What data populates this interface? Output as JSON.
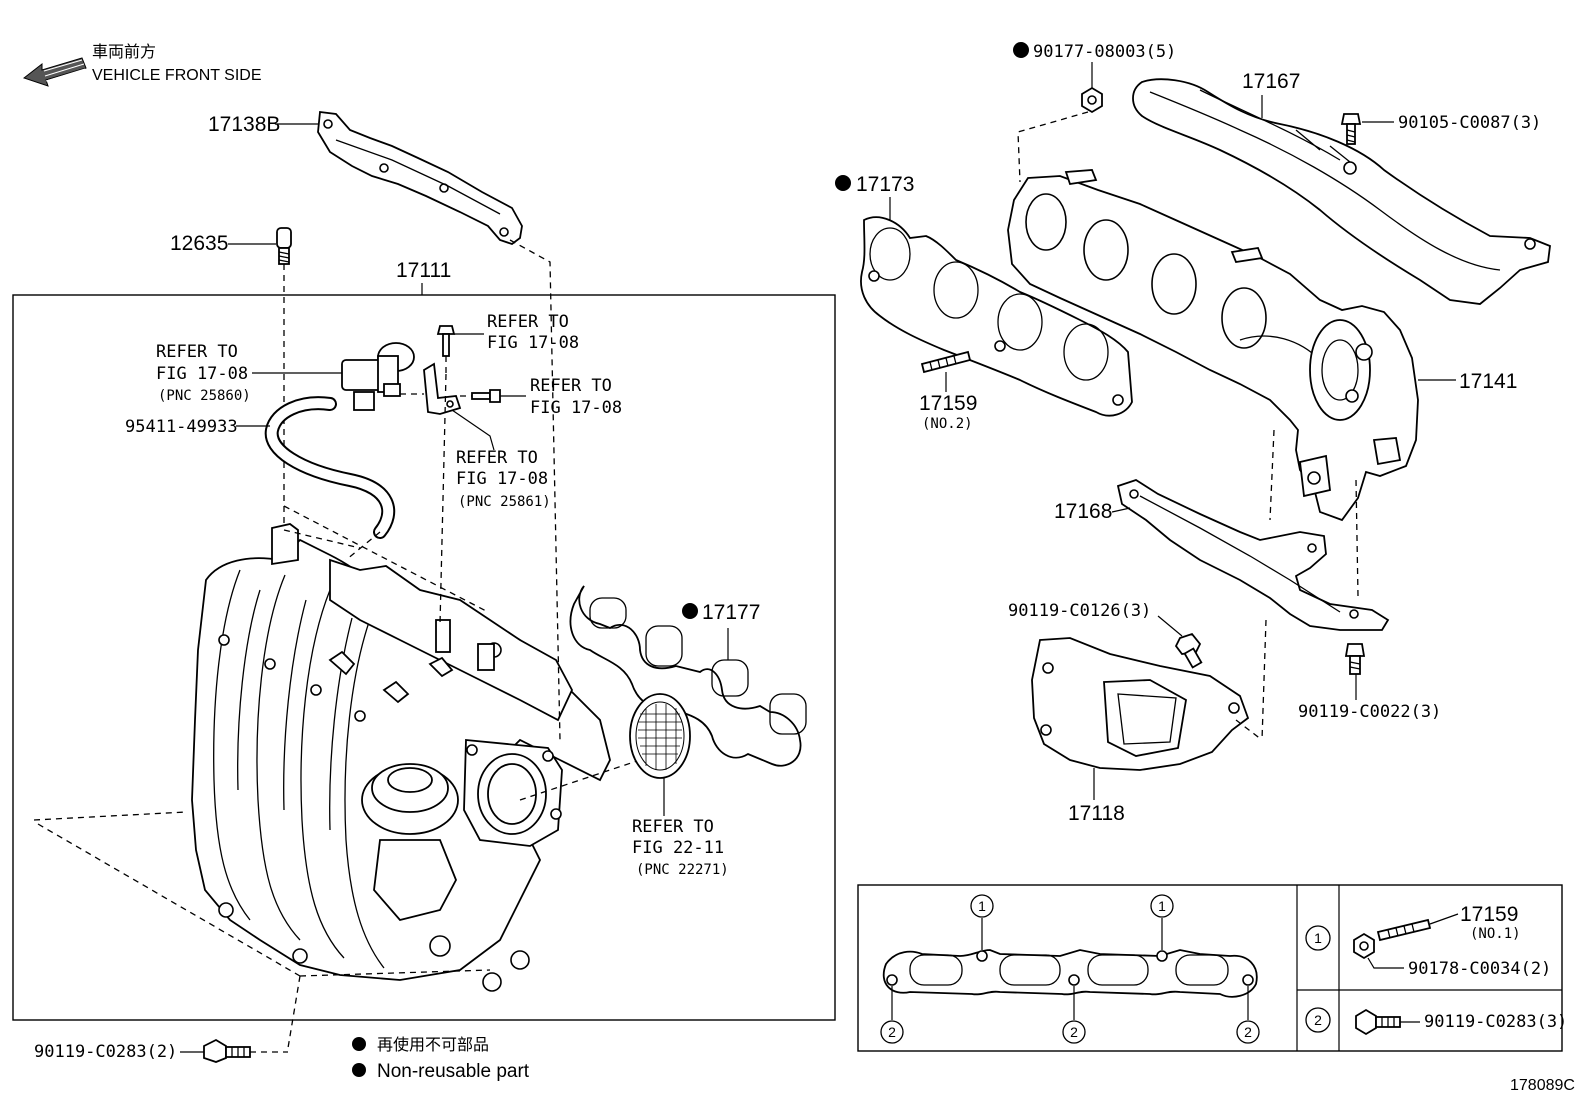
{
  "direction": {
    "jp": "車両前方",
    "en": "VEHICLE FRONT SIDE"
  },
  "callouts": {
    "p17138B": "17138B",
    "p12635": "12635",
    "p17111": "17111",
    "p95411": "95411-49933",
    "p17177": "17177",
    "p90119_c0283": "90119-C0283(2)",
    "p90177": "90177-08003(5)",
    "p17167": "17167",
    "p90105": "90105-C0087(3)",
    "p17173": "17173",
    "p17159": "17159",
    "p17159_sub": "(NO.2)",
    "p17141": "17141",
    "p17168": "17168",
    "p90119_c0126": "90119-C0126(3)",
    "p90119_c0022": "90119-C0022(3)",
    "p17118": "17118"
  },
  "refers": {
    "r1_l1": "REFER TO",
    "r1_l2": "FIG 17-08",
    "r1_l3": "(PNC 25860)",
    "r2_l1": "REFER TO",
    "r2_l2": "FIG 17-08",
    "r3_l1": "REFER TO",
    "r3_l2": "FIG 17-08",
    "r4_l1": "REFER TO",
    "r4_l2": "FIG 17-08",
    "r4_l3": "(PNC 25861)",
    "r5_l1": "REFER TO",
    "r5_l2": "FIG 22-11",
    "r5_l3": "(PNC 22271)"
  },
  "legend": {
    "jp": "再使用不可部品",
    "en": "Non-reusable part"
  },
  "inset": {
    "marker1": "1",
    "marker2": "2",
    "row1_part": "17159",
    "row1_sub": "(NO.1)",
    "row1_nut": "90178-C0034(2)",
    "row2_bolt": "90119-C0283(3)"
  },
  "figure_id": "178089C"
}
